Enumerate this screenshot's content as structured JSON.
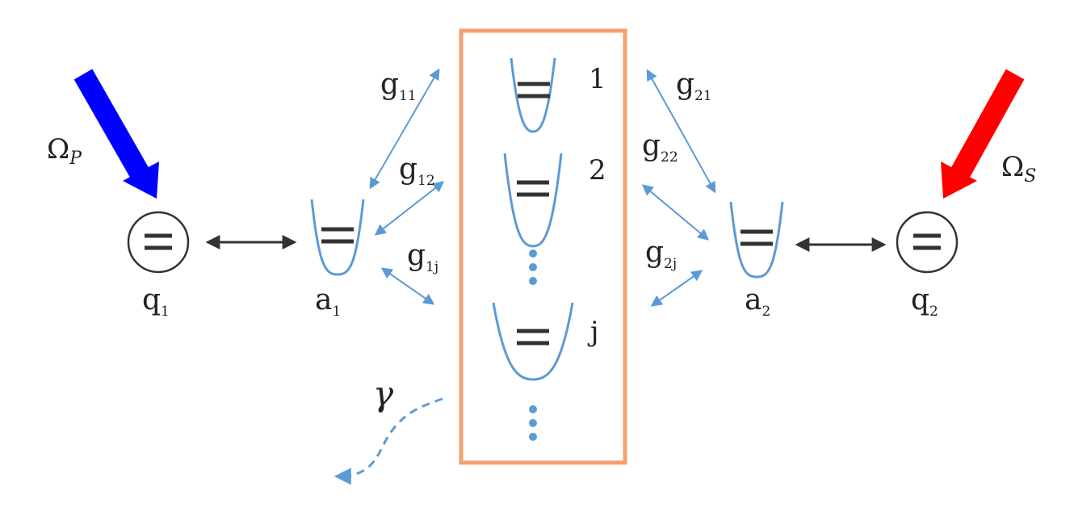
{
  "labels": {
    "omega_p": {
      "base": "Ω",
      "sub": "P"
    },
    "omega_s": {
      "base": "Ω",
      "sub": "S"
    },
    "q1": {
      "base": "q",
      "sub": "1"
    },
    "q2": {
      "base": "q",
      "sub": "2"
    },
    "a1": {
      "base": "a",
      "sub": "1"
    },
    "a2": {
      "base": "a",
      "sub": "2"
    },
    "g11": {
      "base": "g",
      "sub": "11"
    },
    "g12": {
      "base": "g",
      "sub": "12"
    },
    "g1j": {
      "base": "g",
      "sub": "1j"
    },
    "g21": {
      "base": "g",
      "sub": "21"
    },
    "g22": {
      "base": "g",
      "sub": "22"
    },
    "g2j": {
      "base": "g",
      "sub": "2j"
    },
    "mode1": "1",
    "mode2": "2",
    "modej": "j",
    "gamma": "γ"
  },
  "colors": {
    "blue_drive": "#0000ff",
    "red_drive": "#ff0000",
    "mode_blue": "#5b9bd5",
    "box_orange": "#f4a070",
    "dark": "#333333"
  }
}
